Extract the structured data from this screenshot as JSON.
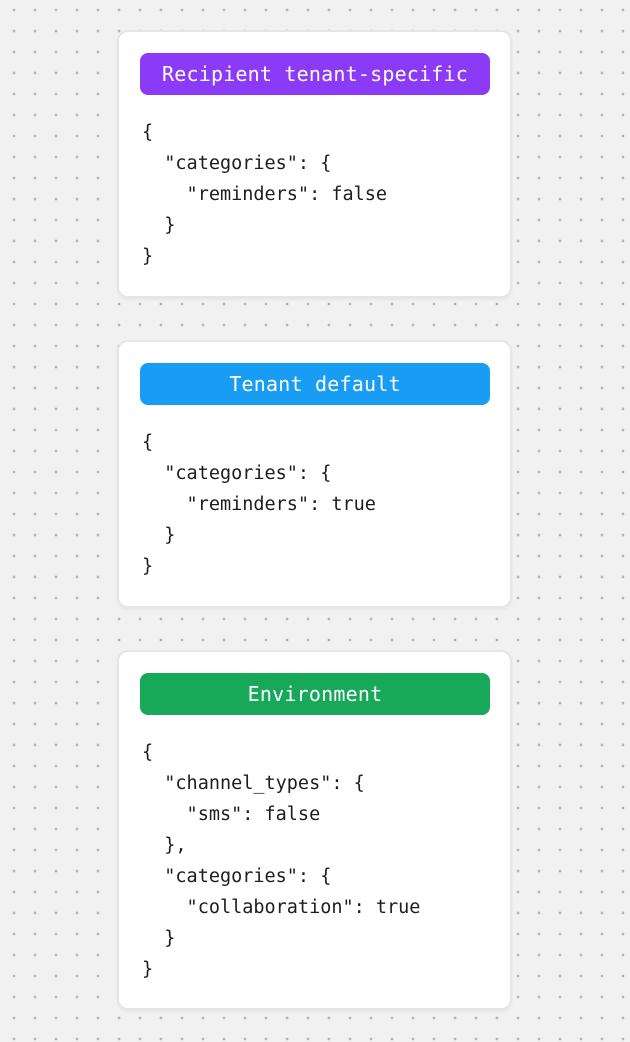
{
  "canvas": {
    "background_color": "#f2f1f1",
    "dot_color": "#b7b6b6"
  },
  "cards": [
    {
      "name": "recipient-tenant-specific",
      "badge": {
        "label": "Recipient tenant-specific",
        "color": "#8b3bf6",
        "text_color": "#ffffff"
      },
      "code": "{\n  \"categories\": {\n    \"reminders\": false\n  }\n}"
    },
    {
      "name": "tenant-default",
      "badge": {
        "label": "Tenant default",
        "color": "#199df4",
        "text_color": "#ffffff"
      },
      "code": "{\n  \"categories\": {\n    \"reminders\": true\n  }\n}"
    },
    {
      "name": "environment",
      "badge": {
        "label": "Environment",
        "color": "#17a85a",
        "text_color": "#ffffff"
      },
      "code": "{\n  \"channel_types\": {\n    \"sms\": false\n  },\n  \"categories\": {\n    \"collaboration\": true\n  }\n}"
    }
  ]
}
